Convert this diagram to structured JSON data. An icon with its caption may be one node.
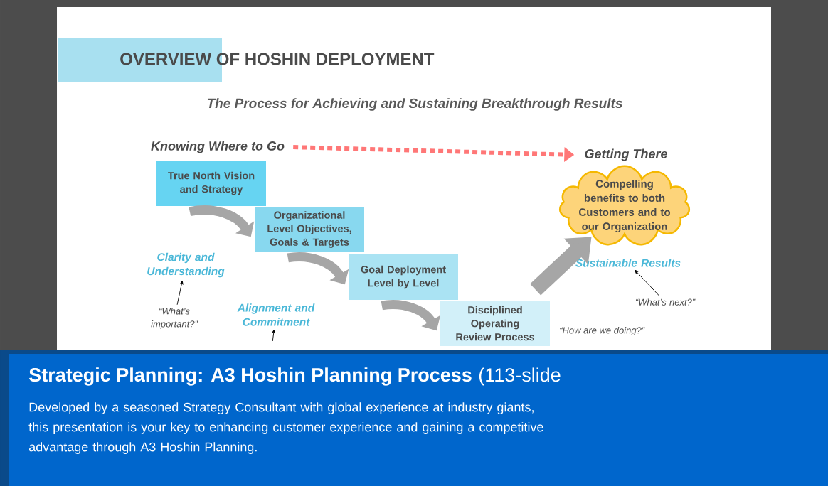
{
  "diagram": {
    "title": "OVERVIEW OF HOSHIN DEPLOYMENT",
    "nodes": [
      {
        "text": [
          "True North Vision and Strategy"
        ]
      },
      {
        "text": [
          "Organizational Level Objectives, Goals & Targets"
        ]
      },
      {
        "text": [
          "Goal Deployment Level by Level"
        ]
      },
      {
        "text": [
          "Disciplined Operating Review Process"
        ]
      },
      {
        "text": [
          "Compelling benefits to both Customers and to our Organization"
        ]
      },
      {
        "text": [
          "Knowing Where to Go"
        ]
      },
      {
        "text": [
          "Getting There"
        ]
      },
      {
        "text": [
          "Clarity and Understanding"
        ]
      },
      {
        "text": [
          "“What’s important?”"
        ]
      },
      {
        "text": [
          "Alignment and Commitment"
        ]
      },
      {
        "text": [
          "Sustainable Results"
        ]
      },
      {
        "text": [
          "“What’s next?”"
        ]
      }
    ],
    "edges": [
      {
        "from": 5,
        "to": 6,
        "arrow": "to",
        "style": "dashed",
        "color": "#ff7777"
      },
      {
        "from": 0,
        "to": 1,
        "arrow": "to",
        "style": "thick"
      },
      {
        "from": 1,
        "to": 2,
        "arrow": "to",
        "style": "thick"
      },
      {
        "from": 2,
        "to": 3,
        "arrow": "to",
        "style": "thick"
      },
      {
        "from": 3,
        "to": 4,
        "arrow": "to",
        "style": "thick"
      },
      {
        "from": 8,
        "to": 7,
        "arrow": "to",
        "color": "#000000"
      },
      {
        "from": null,
        "to": 9,
        "arrow": "to",
        "color": "#000000"
      },
      {
        "from": 11,
        "to": 10,
        "arrow": "to",
        "color": "#000000"
      }
    ],
    "labels": [
      "The Process for Achieving and Sustaining Breakthrough Results",
      "“How are we doing?”",
      "Strategic Planning: A3 Hoshin Planning Process",
      "(113-slide",
      "Developed by a seasoned Strategy Consultant with global experience at industry giants, this presentation is your key to enhancing customer experience and gaining a competitive advantage through A3 Hoshin Planning."
    ]
  }
}
